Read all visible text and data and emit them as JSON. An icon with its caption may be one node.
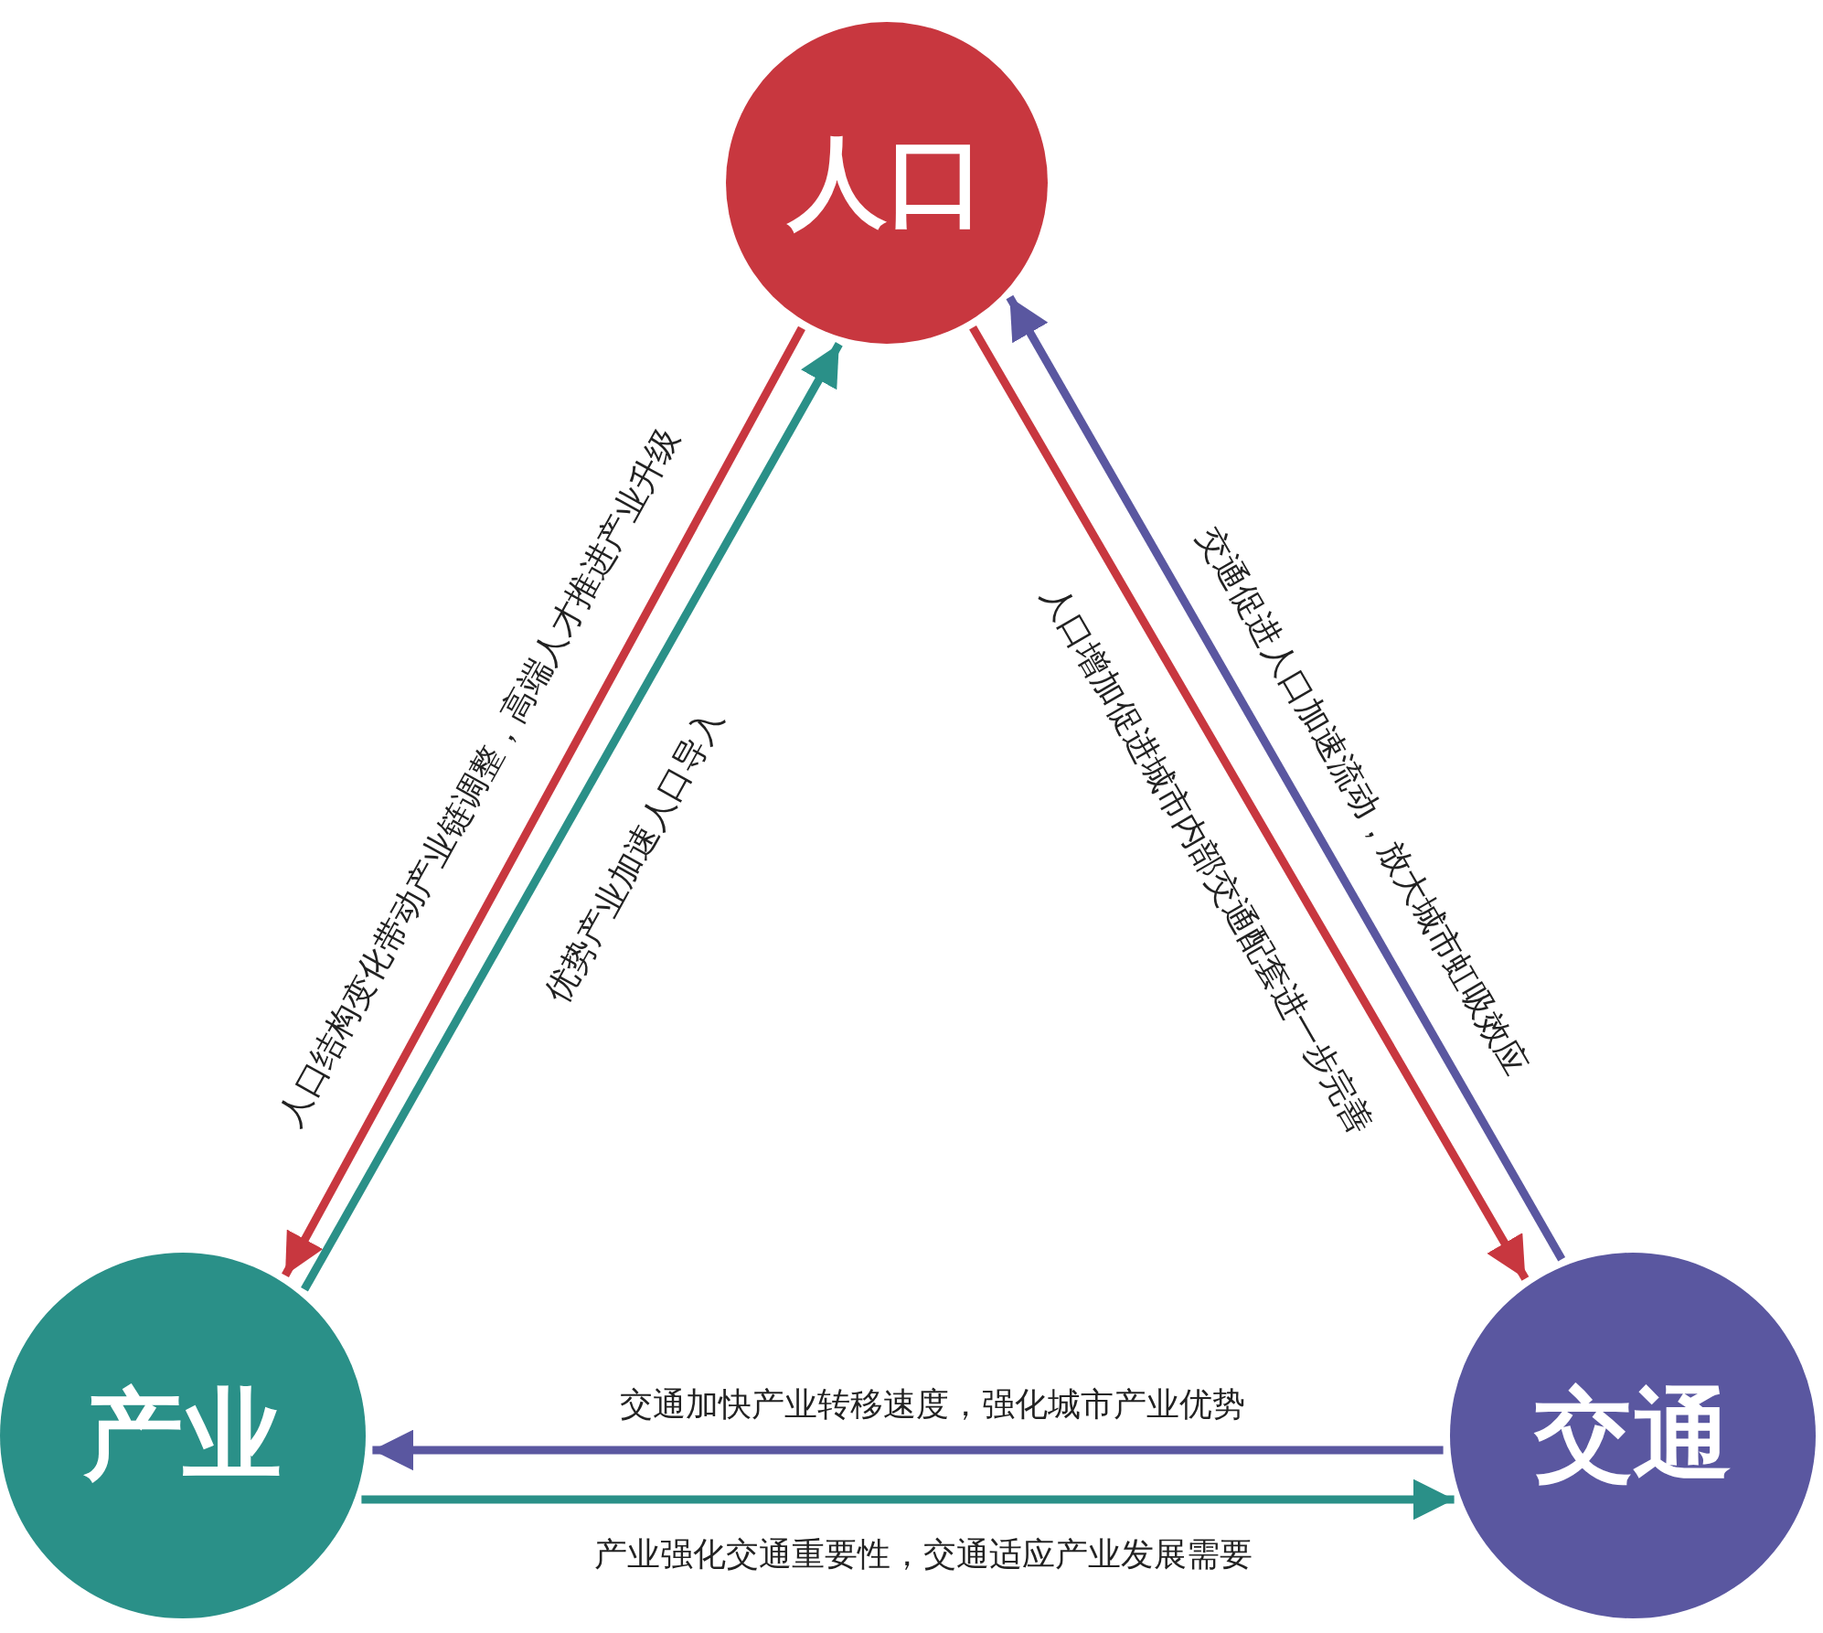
{
  "diagram": {
    "nodes": [
      {
        "text": [
          "人口"
        ]
      },
      {
        "text": [
          "产业"
        ]
      },
      {
        "text": [
          "交通"
        ]
      }
    ],
    "edges": [
      {
        "from": 0,
        "to": 1,
        "arrow": "to",
        "color": "#c8373f",
        "label": "人口结构变化带动产业链调整，高端人才推进产业升级"
      },
      {
        "from": 1,
        "to": 0,
        "arrow": "to",
        "color": "#2a9088",
        "label": "优势产业加速人口导入"
      },
      {
        "from": 0,
        "to": 2,
        "arrow": "to",
        "color": "#c8373f",
        "label": "人口增加促进城市内部交通配套进一步完善"
      },
      {
        "from": 2,
        "to": 0,
        "arrow": "to",
        "color": "#5a57a0",
        "label": "交通促进人口加速流动，放大城市虹吸效应"
      },
      {
        "from": 2,
        "to": 1,
        "arrow": "to",
        "color": "#5a57a0",
        "label": "交通加快产业转移速度，强化城市产业优势"
      },
      {
        "from": 1,
        "to": 2,
        "arrow": "to",
        "color": "#2a9088",
        "label": "产业强化交通重要性，交通适应产业发展需要"
      }
    ]
  }
}
